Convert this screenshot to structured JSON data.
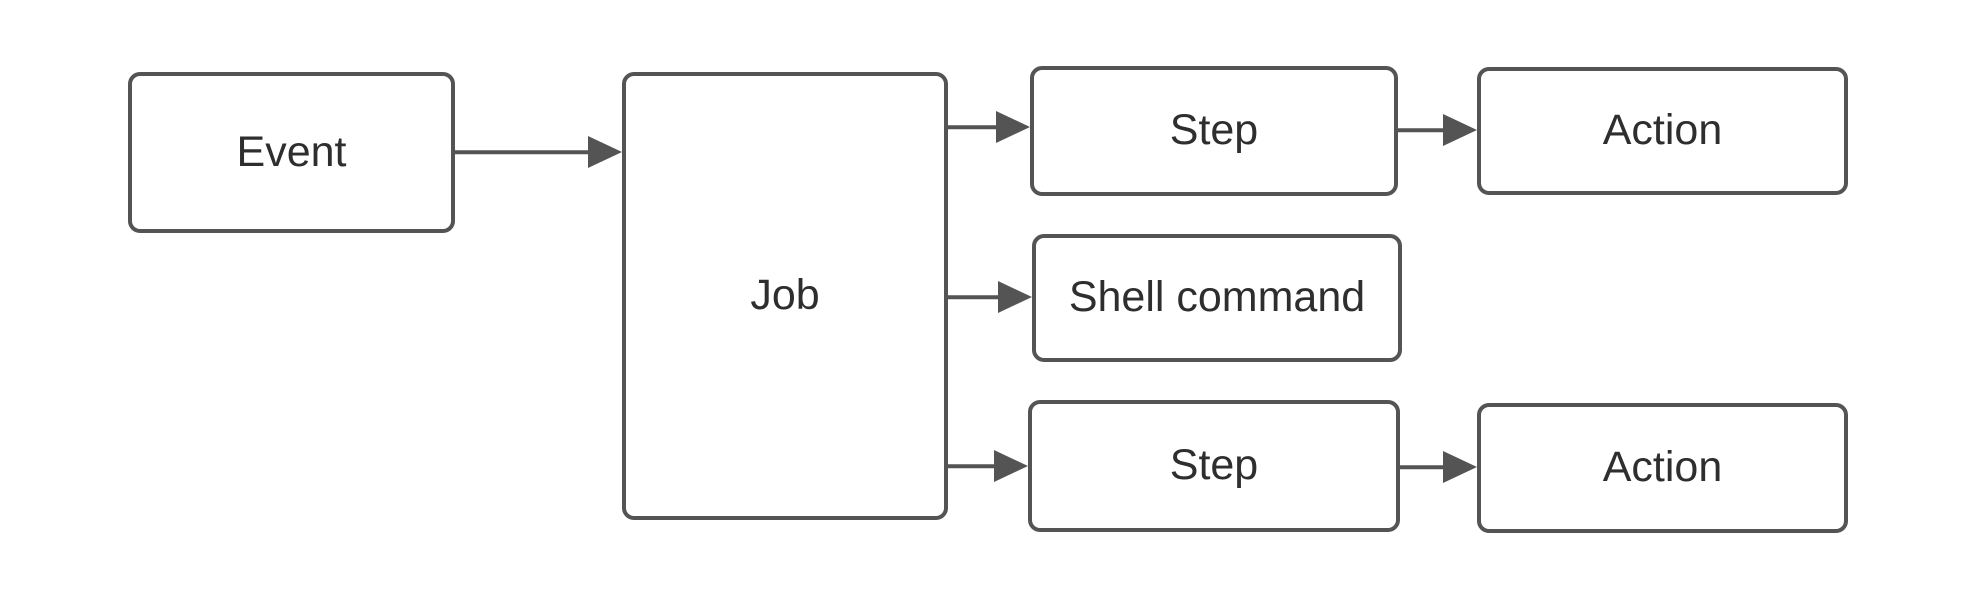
{
  "diagram": {
    "type": "flowchart",
    "background": "#ffffff",
    "stroke_color": "#545454",
    "text_color": "#2e2e2e",
    "node_fill": "#ffffff"
  },
  "nodes": {
    "event": {
      "label": "Event"
    },
    "job": {
      "label": "Job"
    },
    "step_top": {
      "label": "Step"
    },
    "action_top": {
      "label": "Action"
    },
    "shell_command": {
      "label": "Shell command"
    },
    "step_bottom": {
      "label": "Step"
    },
    "action_bottom": {
      "label": "Action"
    }
  },
  "edges": [
    {
      "from": "event",
      "to": "job"
    },
    {
      "from": "job",
      "to": "step_top"
    },
    {
      "from": "step_top",
      "to": "action_top"
    },
    {
      "from": "job",
      "to": "shell_command"
    },
    {
      "from": "job",
      "to": "step_bottom"
    },
    {
      "from": "step_bottom",
      "to": "action_bottom"
    }
  ]
}
